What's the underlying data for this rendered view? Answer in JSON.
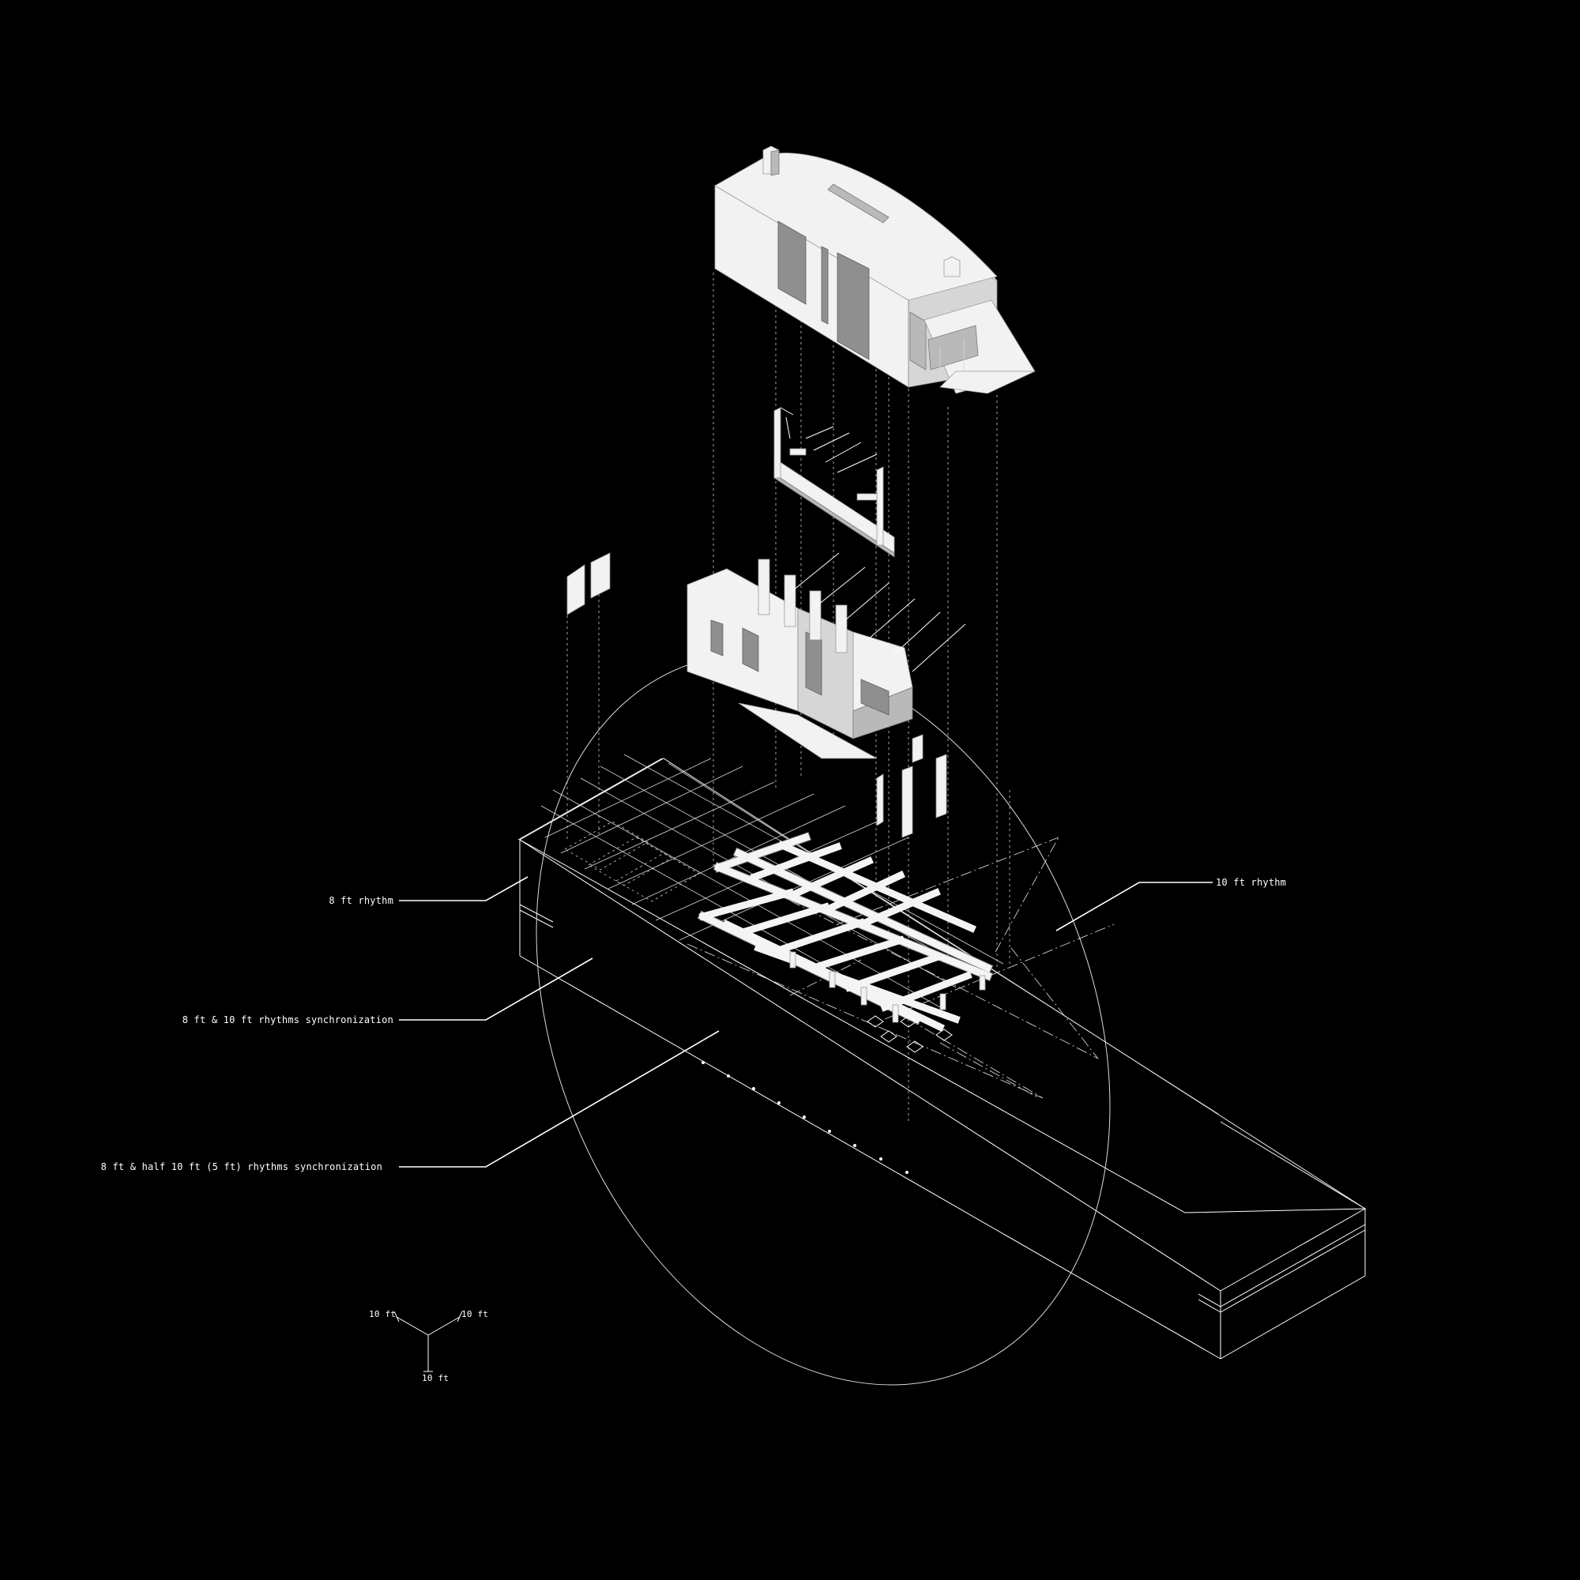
{
  "annotations": {
    "rhythm_8ft": "8 ft rhythm",
    "rhythm_10ft": "10 ft rhythm",
    "sync_8_10": "8 ft & 10 ft rhythms synchronization",
    "sync_8_half10": "8 ft & half 10 ft (5 ft) rhythms synchronization"
  },
  "scale_key": {
    "left_label": "10 ft",
    "right_label": "10 ft",
    "bottom_label": "10 ft"
  },
  "colors": {
    "background": "#000000",
    "linework": "#ffffff",
    "model": "#f2f2f2"
  }
}
